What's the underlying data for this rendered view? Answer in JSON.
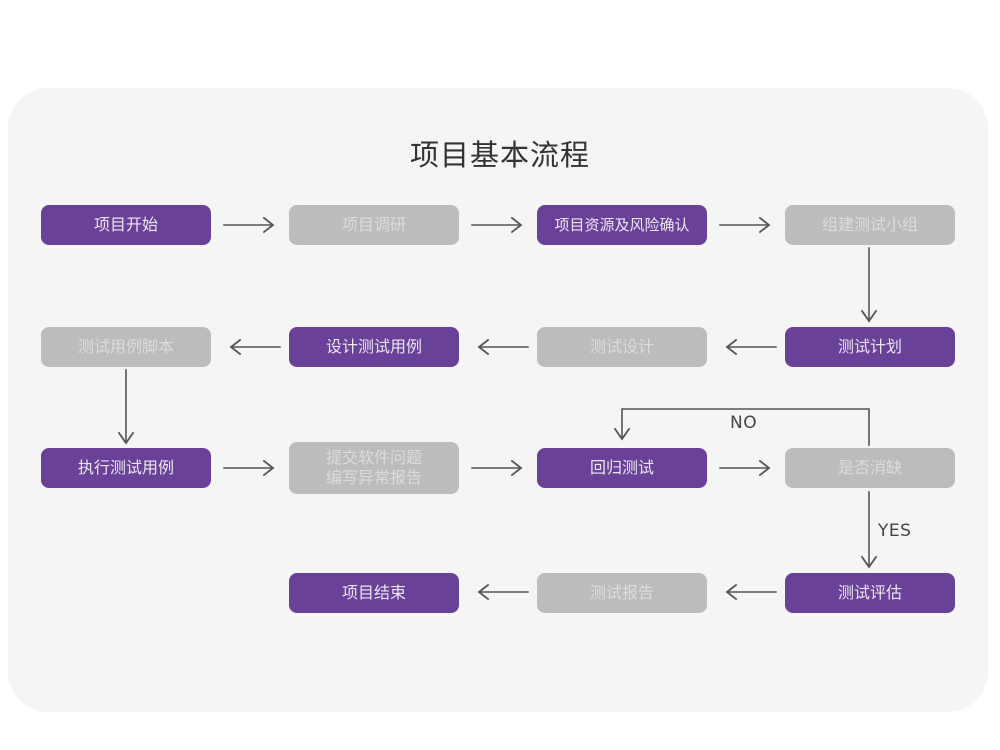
{
  "title": "项目基本流程",
  "colors": {
    "purple": "#6a4198",
    "gray": "#bcbcbc",
    "purple_text": "#ece6f2",
    "gray_text": "#dcdcdc",
    "card_background": "#f5f5f5",
    "page_background": "#ffffff",
    "arrow": "#555555",
    "title_text": "#333333"
  },
  "nodes": [
    {
      "id": "n1",
      "label": "项目开始",
      "style": "purple",
      "row": 1
    },
    {
      "id": "n2",
      "label": "项目调研",
      "style": "gray",
      "row": 1
    },
    {
      "id": "n3",
      "label": "项目资源及风险确认",
      "style": "purple",
      "row": 1
    },
    {
      "id": "n4",
      "label": "组建测试小组",
      "style": "gray",
      "row": 1
    },
    {
      "id": "n5",
      "label": "测试用例脚本",
      "style": "gray",
      "row": 2
    },
    {
      "id": "n6",
      "label": "设计测试用例",
      "style": "purple",
      "row": 2
    },
    {
      "id": "n7",
      "label": "测试设计",
      "style": "gray",
      "row": 2
    },
    {
      "id": "n8",
      "label": "测试计划",
      "style": "purple",
      "row": 2
    },
    {
      "id": "n9",
      "label": "执行测试用例",
      "style": "purple",
      "row": 3
    },
    {
      "id": "n10",
      "label": "提交软件问题\n编写异常报告",
      "style": "gray",
      "row": 3
    },
    {
      "id": "n11",
      "label": "回归测试",
      "style": "purple",
      "row": 3
    },
    {
      "id": "n12",
      "label": "是否消缺",
      "style": "gray",
      "row": 3
    },
    {
      "id": "n13",
      "label": "项目结束",
      "style": "purple",
      "row": 4
    },
    {
      "id": "n14",
      "label": "测试报告",
      "style": "gray",
      "row": 4
    },
    {
      "id": "n15",
      "label": "测试评估",
      "style": "purple",
      "row": 4
    }
  ],
  "edge_labels": {
    "no": "NO",
    "yes": "YES"
  }
}
